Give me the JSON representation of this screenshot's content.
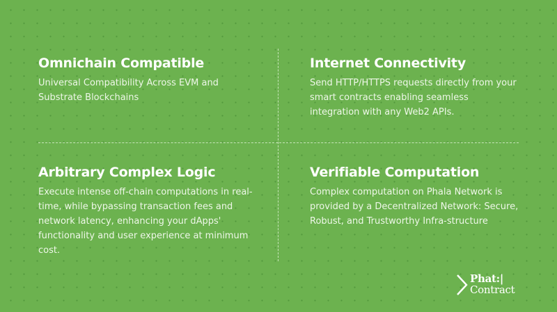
{
  "theme": {
    "background": "#6cb24f",
    "text": "#ffffff",
    "divider": "#e6f5dc"
  },
  "features": [
    {
      "title": "Omnichain Compatible",
      "description": "Universal Compatibility Across EVM and Substrate Blockchains"
    },
    {
      "title": "Internet Connectivity",
      "description": "Send HTTP/HTTPS requests directly from your smart contracts enabling seamless integration with any Web2 APIs."
    },
    {
      "title": "Arbitrary Complex Logic",
      "description": "Execute intense off-chain computations in real-time, while bypassing transaction fees and network latency, enhancing your dApps' functionality and user experience at minimum cost."
    },
    {
      "title": "Verifiable Computation",
      "description": "Complex computation on Phala Network is provided by a Decentralized Network: Secure, Robust, and Trustworthy Infra-structure"
    }
  ],
  "logo": {
    "icon": "chevron-right-icon",
    "line1": "Phat:|",
    "line2": "Contract"
  }
}
